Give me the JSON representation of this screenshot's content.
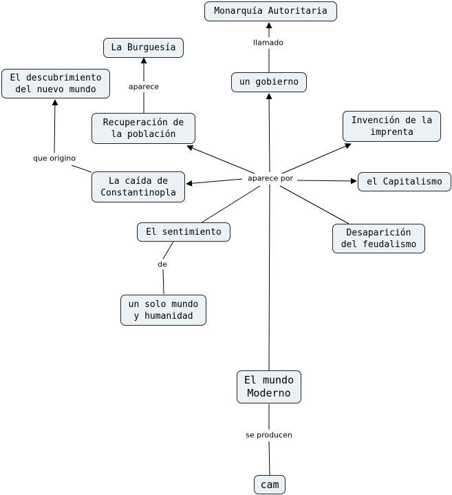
{
  "concept_map": {
    "nodes": {
      "monarquia": "Monarquía Autoritaria",
      "burguesia": "La Burguesía",
      "descubrimiento": "El descubrimiento\ndel nuevo mundo",
      "gobierno": "un gobierno",
      "recuperacion": "Recuperación de\nla población",
      "imprenta": "Invención de la\nimprenta",
      "caida": "La caída de\nConstantinopla",
      "capitalismo": "el Capitalismo",
      "sentimiento": "El sentimiento",
      "desaparicion": "Desaparición\ndel feudalismo",
      "solo_mundo": "un solo mundo\ny humanidad",
      "mundo_moderno": "El mundo\nModerno",
      "cam": "cam"
    },
    "link_labels": {
      "llamado": "llamado",
      "aparece": "aparece",
      "que_origino": "que origino",
      "aparece_por": "aparece por",
      "de": "de",
      "se_producen": "se producen"
    },
    "colors": {
      "node_fill": "#ebf2f5",
      "node_border": "#222222",
      "line": "#000000"
    }
  }
}
